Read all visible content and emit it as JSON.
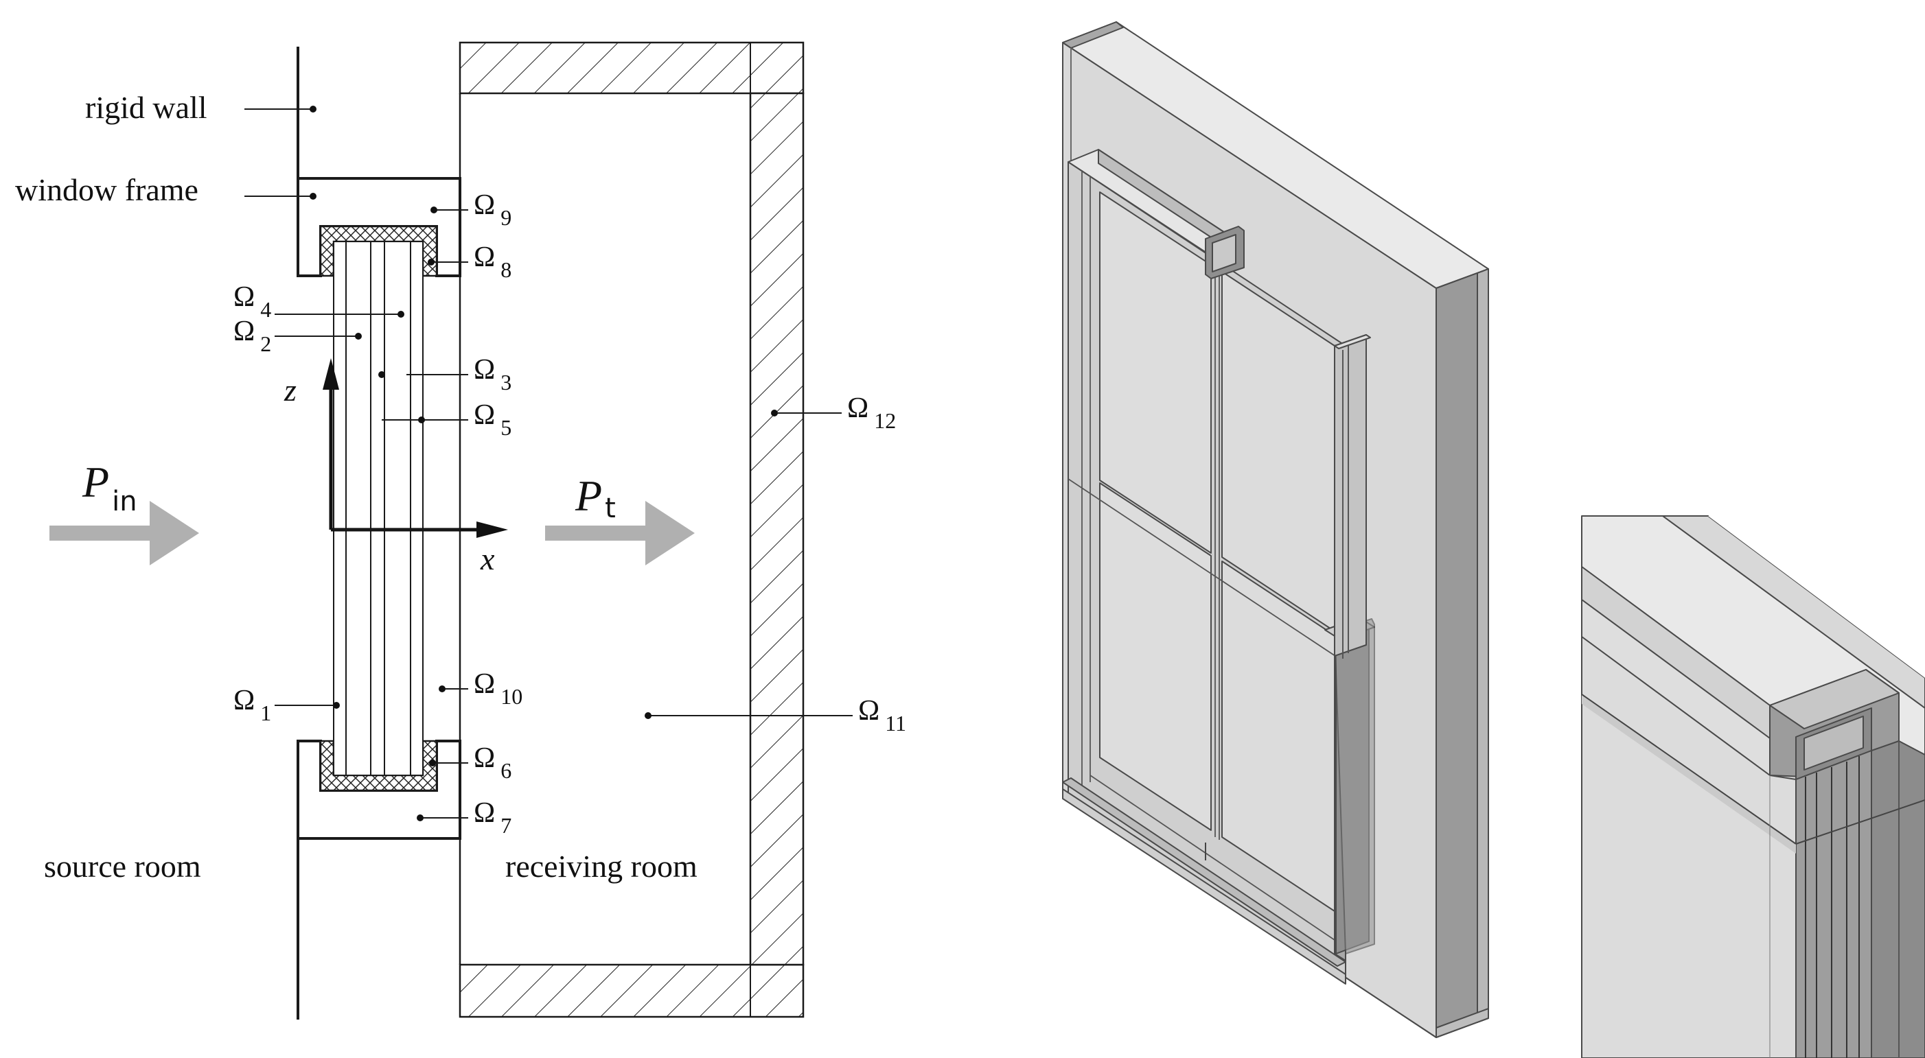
{
  "labels": {
    "rigid_wall": "rigid wall",
    "window_frame": "window frame",
    "source_room": "source room",
    "receiving_room": "receiving room"
  },
  "axes": {
    "x": "x",
    "z": "z"
  },
  "pressures": {
    "incident": {
      "symbol": "P",
      "subscript": "in"
    },
    "transmitted": {
      "symbol": "P",
      "subscript": "t"
    }
  },
  "domains": {
    "omega_symbol": "Ω",
    "o1": "1",
    "o2": "2",
    "o3": "3",
    "o4": "4",
    "o5": "5",
    "o6": "6",
    "o7": "7",
    "o8": "8",
    "o9": "9",
    "o10": "10",
    "o11": "11",
    "o12": "12"
  },
  "colors": {
    "line": "#1a1a1a",
    "arrow": "#b0b0b0",
    "render_face_light": "#e3e3e3",
    "render_face_mid": "#cdcdcd",
    "render_face_dark": "#9a9a9a"
  }
}
